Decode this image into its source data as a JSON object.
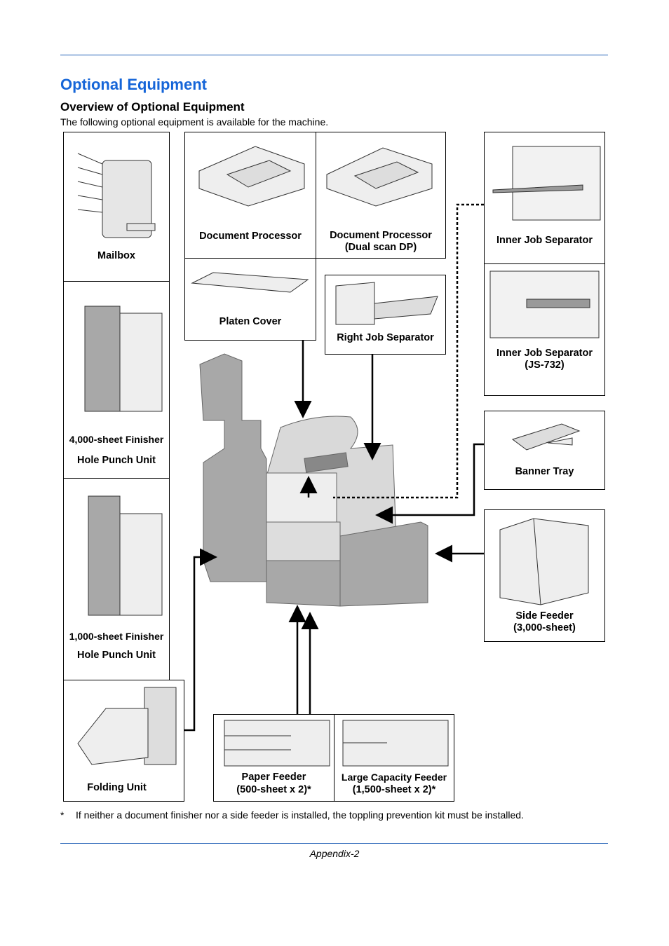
{
  "header": {
    "title": "Optional Equipment",
    "subtitle": "Overview of Optional Equipment",
    "intro": "The following optional equipment is available for the machine."
  },
  "items": {
    "mailbox": "Mailbox",
    "doc_processor": "Document Processor",
    "doc_processor_dual_1": "Document Processor",
    "doc_processor_dual_2": "(Dual scan DP)",
    "platen_cover": "Platen Cover",
    "right_job_separator": "Right Job Separator",
    "inner_job_separator": "Inner Job Separator",
    "inner_job_separator_js_1": "Inner Job Separator",
    "inner_job_separator_js_2": "(JS-732)",
    "banner_tray": "Banner Tray",
    "side_feeder_1": "Side Feeder",
    "side_feeder_2": "(3,000-sheet)",
    "finisher_4000": "4,000-sheet Finisher",
    "hole_punch_1": "Hole Punch Unit",
    "finisher_1000": "1,000-sheet Finisher",
    "hole_punch_2": "Hole Punch Unit",
    "folding_unit": "Folding Unit",
    "paper_feeder_1": "Paper Feeder",
    "paper_feeder_2": "(500-sheet x 2)*",
    "lcf_1": "Large Capacity Feeder",
    "lcf_2": "(1,500-sheet x 2)*"
  },
  "footnote": {
    "marker": "*",
    "text": "If neither a document finisher nor a side feeder is installed, the toppling prevention kit must be installed."
  },
  "footer": {
    "page": "Appendix-2"
  },
  "colors": {
    "accent": "#1565d8",
    "rule": "#1f5fb5",
    "machine_gray": "#a8a8a8"
  }
}
